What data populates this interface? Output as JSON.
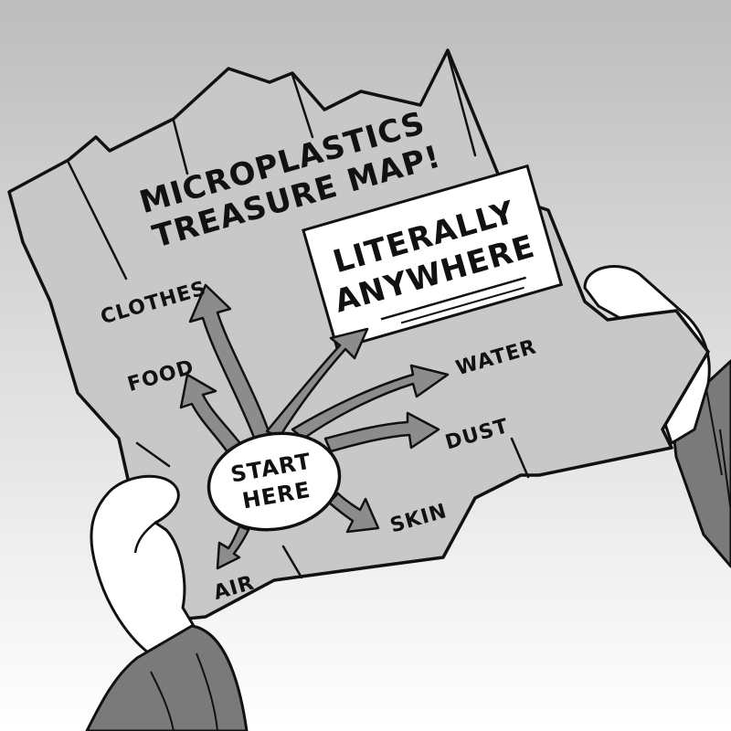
{
  "map": {
    "title_line1": "MICROPLASTICS",
    "title_line2": "TREASURE MAP!",
    "note_line1": "LITERALLY",
    "note_line2": "ANYWHERE",
    "start_line1": "START",
    "start_line2": "HERE",
    "destinations": {
      "clothes": "CLOTHES",
      "food": "FOOD",
      "water": "WATER",
      "dust": "DUST",
      "skin": "SKIN",
      "air": "AIR"
    }
  },
  "colors": {
    "paper": "#c8c8c8",
    "arrow": "#8c8c8c",
    "sleeve": "#7a7a7a",
    "ink": "#111111",
    "hand": "#ffffff"
  }
}
